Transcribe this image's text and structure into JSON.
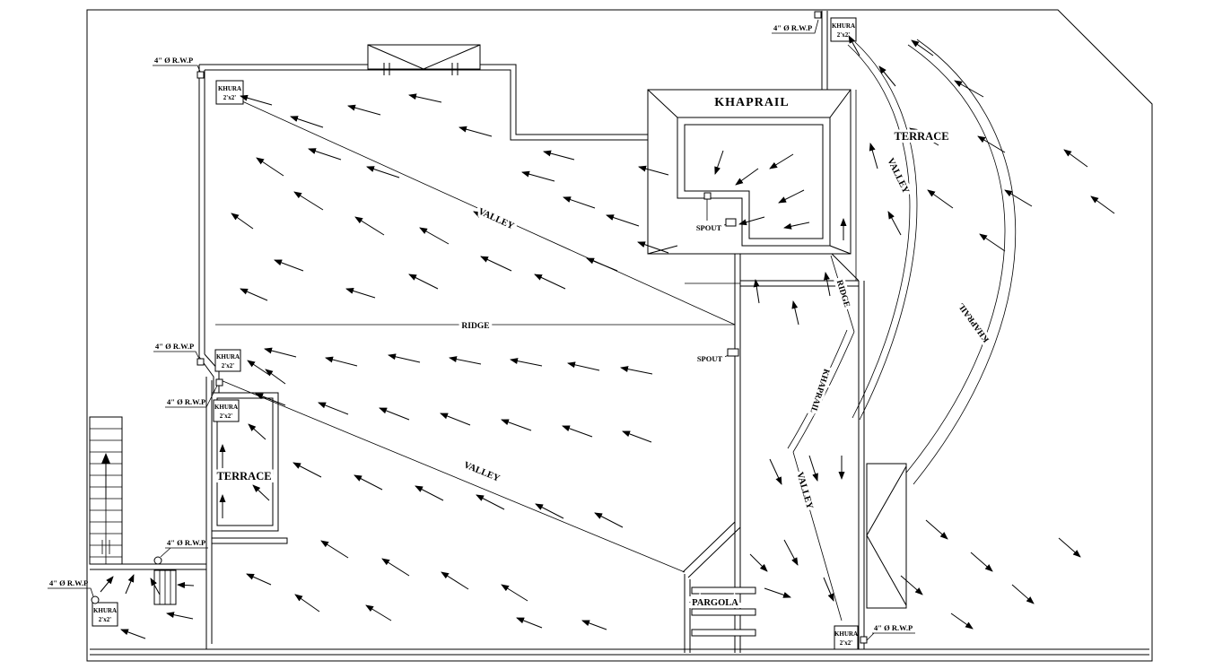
{
  "drawing_type": "roof-terrace-drainage-plan",
  "colors": {
    "ink": "#000000",
    "paper": "#ffffff"
  },
  "labels": {
    "rwp": "4\" Ø R.W.P",
    "khura_line1": "KHURA",
    "khura_line2": "2'x2'",
    "khaprail": "KHAPRAIL",
    "terrace": "TERRACE",
    "valley": "VALLEY",
    "ridge": "RIDGE",
    "spout": "SPOUT",
    "pargola": "PARGOLA"
  }
}
